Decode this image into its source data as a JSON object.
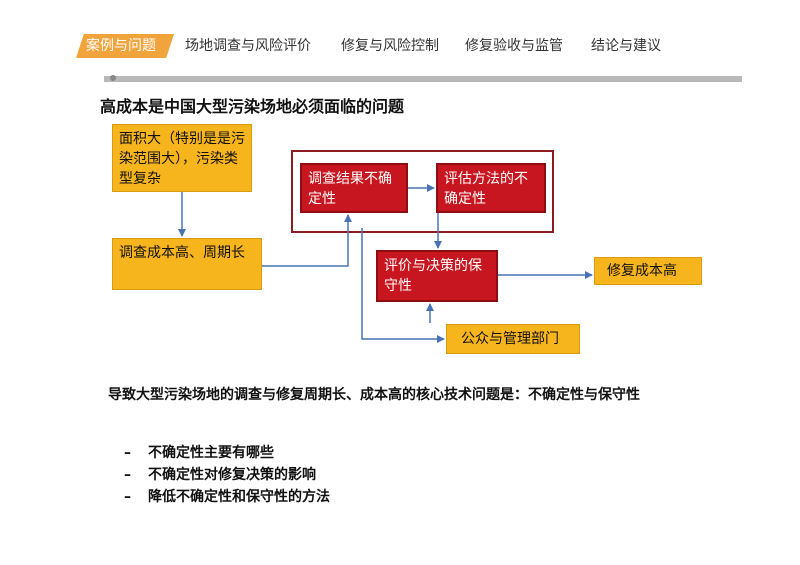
{
  "nav": {
    "items": [
      {
        "label": "案例与问题",
        "active": true
      },
      {
        "label": "场地调查与风险评价"
      },
      {
        "label": "修复与风险控制"
      },
      {
        "label": "修复验收与监管"
      },
      {
        "label": "结论与建议"
      }
    ]
  },
  "heading": "高成本是中国大型污染场地必须面临的问题",
  "diagram": {
    "area": "面积大（特别是是污染范围大），污染类型复杂",
    "survey_cost": "调查成本高、周期长",
    "uncertain_result": "调查结果不确定性",
    "uncertain_method": "评估方法的不确定性",
    "conservative": "评价与决策的保守性",
    "high_cost": "修复成本高",
    "public": "公众与管理部门"
  },
  "conclusion": "导致大型污染场地的调查与修复周期长、成本高的核心技术问题是：不确定性与保守性",
  "bullets": [
    "不确定性主要有哪些",
    "不确定性对修复决策的影响",
    "降低不确定性和保守性的方法"
  ],
  "colors": {
    "accent_orange": "#f1a33c",
    "box_yellow": "#f6b41d",
    "box_red": "#c7161f",
    "arrow_blue": "#4a73b5"
  }
}
